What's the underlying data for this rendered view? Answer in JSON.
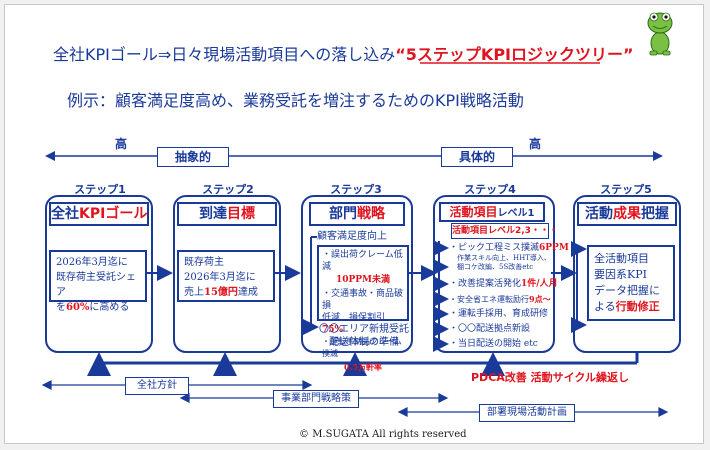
{
  "title": {
    "main": "全社KPIゴール⇒日々現場活動項目への落し込み",
    "highlight": "“5ステップKPIロジックツリー”",
    "example": "例示：顧客満足度高め、業務受託を増注するためのKPI戦略活動"
  },
  "scale": {
    "high_left": "高",
    "high_right": "高",
    "abstract": "抽象的",
    "concrete": "具体的"
  },
  "steps": [
    {
      "label": "ステップ1",
      "head_pre": "全社",
      "head_accent": "KPIゴール",
      "head_post": "",
      "body_lines": [
        "2026年3月迄に",
        "既存荷主受託シェア"
      ],
      "body_pre": "を",
      "body_accent": "60%",
      "body_post": "に高める"
    },
    {
      "label": "ステップ2",
      "head_pre": "到達",
      "head_accent": "目標",
      "head_post": "",
      "body_lines": [
        "既存荷主",
        "2026年3月迄に"
      ],
      "body_pre": "売上",
      "body_accent": "15億円",
      "body_post": "達成"
    },
    {
      "label": "ステップ3",
      "head_pre": "部門",
      "head_accent": "戦略",
      "head_post": "",
      "top": "顧客満足度向上",
      "items": [
        {
          "text": "・誤出荷クレーム低減",
          "value": "10PPM未満"
        },
        {
          "text": "・交通事故・商品破損",
          "text2": "低減　損保割引",
          "value": "75%"
        },
        {
          "text": "・運転手納品クレーム撲滅",
          "value": "0.5万軒率"
        }
      ],
      "bottom": [
        "〇〇エリア新規受託",
        "配送体制の準備"
      ]
    },
    {
      "label": "ステップ4",
      "head_pre": "",
      "head_accent": "活動項目",
      "head_post": "レベル1",
      "sub": "活動項目レベル2,3・・・",
      "items": [
        {
          "text": "・ピック工程ミス撲滅",
          "accent": "6PPM"
        },
        {
          "text": "作業スキル向上、HHT導入、",
          "text2": "棚コケ改編、5S改善etc"
        },
        {
          "text": "・改善提案活発化",
          "accent": "1件/人月"
        },
        {
          "text": "・安全省エネ運転励行",
          "accent": "9点～"
        },
        {
          "text": "・運転手採用、育成研修"
        },
        {
          "text": "・〇〇配送拠点新設"
        },
        {
          "text": "・当日配送の開始 etc"
        }
      ]
    },
    {
      "label": "ステップ5",
      "head_pre": "活動",
      "head_accent": "成果",
      "head_post": "把握",
      "body_lines": [
        "全活動項目",
        "要因系KPI",
        "データ把握に"
      ],
      "body_pre": "よる",
      "body_accent": "行動修正",
      "body_post": ""
    }
  ],
  "pdca": "PDCA改善 活動サイクル繰返し",
  "policies": [
    "全社方針",
    "事業部門戦略策",
    "部署現場活動計画"
  ],
  "copyright": "M.SUGATA  All rights reserved",
  "colors": {
    "navy": "#1a3a9a",
    "red": "#e0141e",
    "mascot": "#7ac143"
  }
}
